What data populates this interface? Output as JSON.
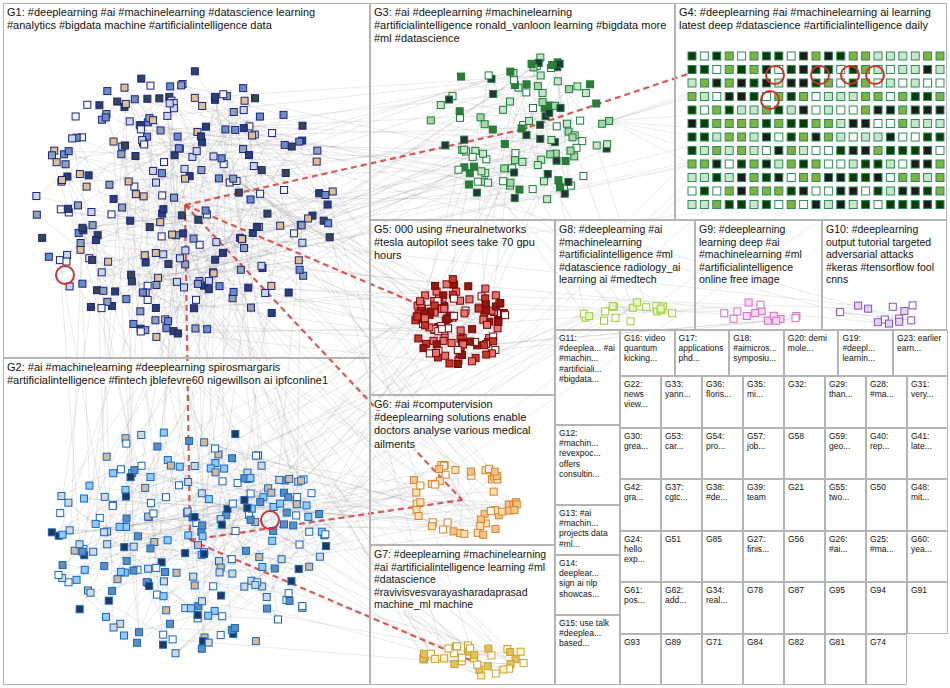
{
  "diagram": {
    "nodes": [
      {
        "text": [
          "G1: #deeplearning #ai #machinelearning #datascience learning #analytics #bigdata machine #artificialintelligence data"
        ]
      },
      {
        "text": [
          "G3: #ai #deeplearning #machinelearning #artificialintelligence ronald_vanloon learning #bigdata more #ml #datascience"
        ]
      },
      {
        "text": [
          "G4: #deeplearning #ai #machinelearning ai learning latest deep #datascience #artificialintelligence daily"
        ]
      },
      {
        "text": [
          "G5: 000 using #neuralnetworks #tesla autopilot sees take 70 gpu hours"
        ]
      },
      {
        "text": [
          "G8: #deeplearning #ai #machinelearning #artificialintelligence #ml #datascience radiology_ai learning ai #medtech"
        ]
      },
      {
        "text": [
          "G9: #deeplearning learning deep #ai #machinelearning #ml #artificialintelligence online free image"
        ]
      },
      {
        "text": [
          "G10: #deeplearning output tutorial targeted adversarial attacks #keras #tensorflow fool cnns"
        ]
      },
      {
        "text": [
          "G6: #ai #computervision #deeplearning solutions enable doctors analyse various medical ailments"
        ]
      },
      {
        "text": [
          "G7: #deeplearning #machinelearning #ai #artificialintelligence learning #ml #datascience #ravivisvesvarayasharadaprasad machine_ml machine"
        ]
      },
      {
        "text": [
          "G2: #ai #machinelearning #deeplearning spirosmargaris #artificialintelligence #fintech jblefevre60 nigewillson ai ipfconline1"
        ]
      },
      {
        "text": [
          "G11: #deeplea... #ai #machin... #artificiali... #bigdata..."
        ]
      },
      {
        "text": [
          "G12: #machin... revexpoc... offers consultin..."
        ]
      },
      {
        "text": [
          "G13: #ai #machin... projects data #ml..."
        ]
      },
      {
        "text": [
          "G14: deeplear... sign ai nlp showcas..."
        ]
      },
      {
        "text": [
          "G15: use talk #deeplea... based..."
        ]
      },
      {
        "text": [
          "G16: video quantum kicking..."
        ]
      },
      {
        "text": [
          "G17: applications phd..."
        ]
      },
      {
        "text": [
          "G18: #aimicros... symposiu..."
        ]
      },
      {
        "text": [
          "G20: demi mole..."
        ]
      },
      {
        "text": [
          "G19: #deepl... learnin..."
        ]
      },
      {
        "text": [
          "G23: earlier earn..."
        ]
      },
      {
        "text": [
          "G22: news view..."
        ]
      },
      {
        "text": [
          "G33: yann..."
        ]
      },
      {
        "text": [
          "G36: floris..."
        ]
      },
      {
        "text": [
          "G35: mi..."
        ]
      },
      {
        "text": [
          "G32:"
        ]
      },
      {
        "text": [
          "G29: than..."
        ]
      },
      {
        "text": [
          "G28: #ma..."
        ]
      },
      {
        "text": [
          "G31: very..."
        ]
      },
      {
        "text": [
          "G30: grea..."
        ]
      },
      {
        "text": [
          "G53: car..."
        ]
      },
      {
        "text": [
          "G54: pro..."
        ]
      },
      {
        "text": [
          "G57: job..."
        ]
      },
      {
        "text": [
          "G58"
        ]
      },
      {
        "text": [
          "G59: geo..."
        ]
      },
      {
        "text": [
          "G40: rep..."
        ]
      },
      {
        "text": [
          "G41: late..."
        ]
      },
      {
        "text": [
          "G42: gra..."
        ]
      },
      {
        "text": [
          "G37: cgtc..."
        ]
      },
      {
        "text": [
          "G38: #de..."
        ]
      },
      {
        "text": [
          "G39: team"
        ]
      },
      {
        "text": [
          "G21"
        ]
      },
      {
        "text": [
          "G55: two..."
        ]
      },
      {
        "text": [
          "G50"
        ]
      },
      {
        "text": [
          "G48: mit..."
        ]
      },
      {
        "text": [
          "G24: hello exp..."
        ]
      },
      {
        "text": [
          "G51"
        ]
      },
      {
        "text": [
          "G85"
        ]
      },
      {
        "text": [
          "G27: finis..."
        ]
      },
      {
        "text": [
          "G56"
        ]
      },
      {
        "text": [
          "G26: #ai..."
        ]
      },
      {
        "text": [
          "G25: #ma..."
        ]
      },
      {
        "text": [
          "G60: yea..."
        ]
      },
      {
        "text": [
          "G61: pos..."
        ]
      },
      {
        "text": [
          "G62: add..."
        ]
      },
      {
        "text": [
          "G34: real..."
        ]
      },
      {
        "text": [
          "G78"
        ]
      },
      {
        "text": [
          "G87"
        ]
      },
      {
        "text": [
          "G95"
        ]
      },
      {
        "text": [
          "G94"
        ]
      },
      {
        "text": [
          "G91"
        ]
      },
      {
        "text": [
          "G93"
        ]
      },
      {
        "text": [
          "G89"
        ]
      },
      {
        "text": [
          "G71"
        ]
      },
      {
        "text": [
          "G84"
        ]
      },
      {
        "text": [
          "G82"
        ]
      },
      {
        "text": [
          "G81"
        ]
      },
      {
        "text": [
          "G74"
        ]
      }
    ]
  }
}
